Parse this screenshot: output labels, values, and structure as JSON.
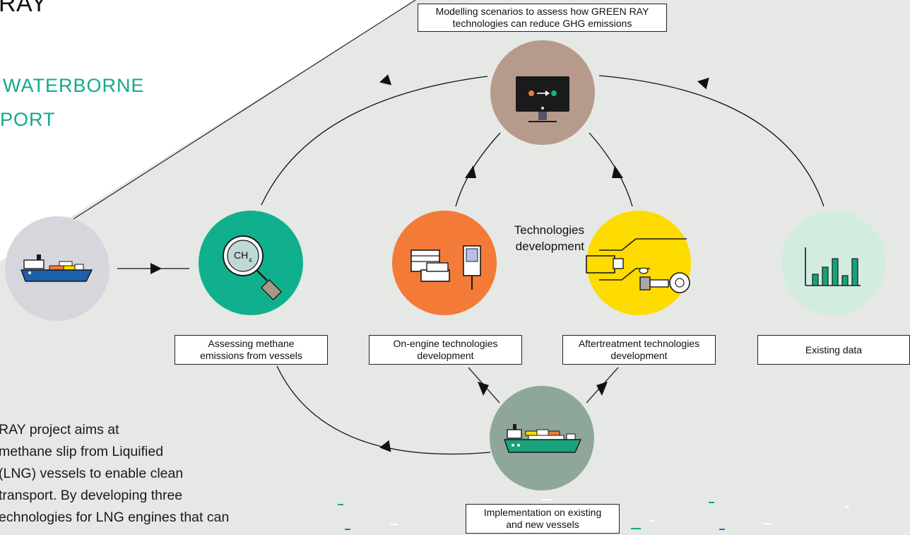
{
  "headings": {
    "title_fragment": "RAY",
    "subtitle_line1": "WATERBORNE",
    "subtitle_line2": "PORT"
  },
  "paragraph_lines": [
    "RAY project aims at",
    "methane slip from Liquified",
    "(LNG) vessels to enable clean",
    "transport. By developing three",
    "echnologies for LNG engines that can"
  ],
  "center_label": {
    "line1": "Technologies",
    "line2": "development"
  },
  "nodes": {
    "modelling": {
      "label_line1": "Modelling scenarios to assess how GREEN RAY",
      "label_line2": "technologies can reduce GHG emissions",
      "icon": "monitor-icon",
      "color": "#b69a8b"
    },
    "assessing": {
      "label_line1": "Assessing methane",
      "label_line2": "emissions from vessels",
      "icon": "magnifier-ch4-icon",
      "color": "#10b08e",
      "formula": "CH",
      "subscript": "4"
    },
    "on_engine": {
      "label_line1": "On-engine technologies",
      "label_line2": "development",
      "icon": "engine-icon",
      "color": "#f47a38"
    },
    "aftertreatment": {
      "label_line1": "Aftertreatment technologies",
      "label_line2": "development",
      "icon": "catalyst-icon",
      "color": "#fddb00"
    },
    "existing_data": {
      "label": "Existing data",
      "icon": "bar-chart-icon",
      "color": "#d3ece0"
    },
    "implementation": {
      "label_line1": "Implementation on existing",
      "label_line2": "and new vessels",
      "icon": "ship-icon",
      "color": "#8fa79a"
    },
    "start_vessel": {
      "icon": "ship-icon",
      "color": "#d6d6dc"
    }
  },
  "colors": {
    "panel": "#e6e8e5",
    "accent_green": "#11a98c",
    "ship_blue": "#1d5fa8",
    "ship_green": "#17a37c",
    "dark": "#1a1a1a",
    "dash_blue": "#2f6fc0",
    "dash_green": "#14a58a"
  }
}
